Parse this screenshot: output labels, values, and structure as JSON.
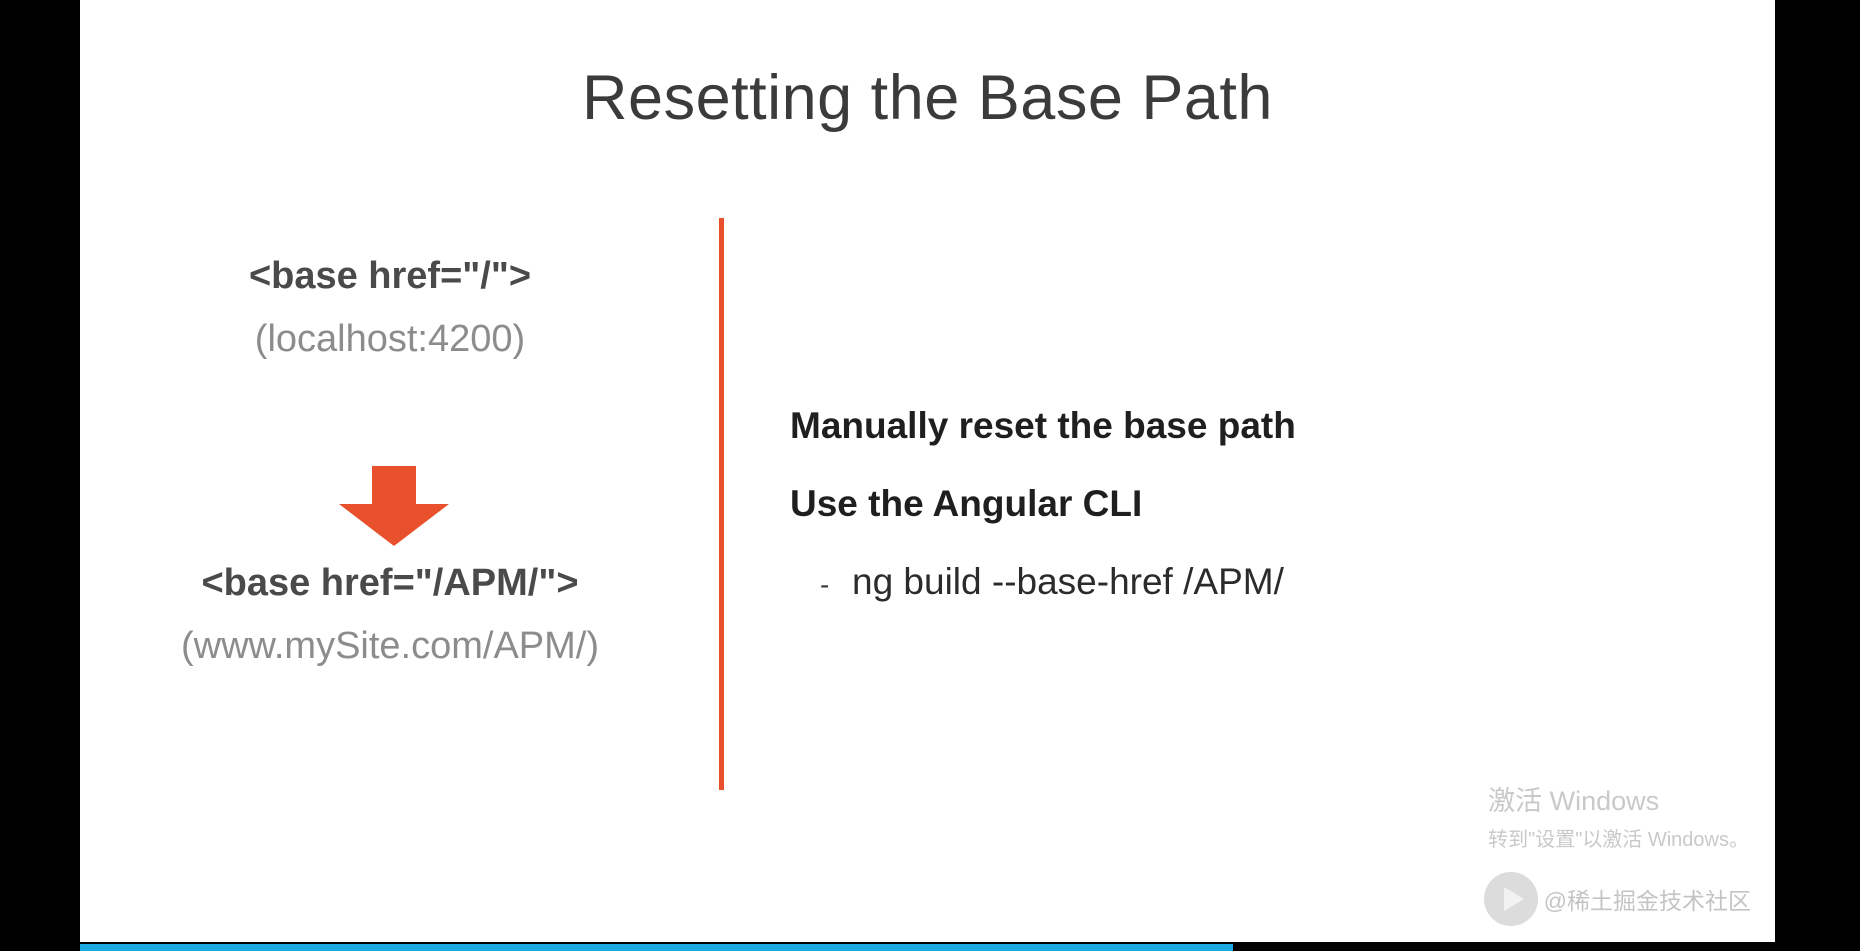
{
  "slide": {
    "title": "Resetting the Base Path",
    "left_column": {
      "top_code": "<base href=\"/\">",
      "top_url": "(localhost:4200)",
      "arrow_icon": "down-arrow-icon",
      "arrow_color": "#e8512b",
      "bottom_code": "<base href=\"/APM/\">",
      "bottom_url": "(www.mySite.com/APM/)"
    },
    "divider_color": "#e8512b",
    "right_column": {
      "bullets": [
        {
          "text": "Manually reset the base path"
        },
        {
          "text": "Use the Angular CLI"
        }
      ],
      "sub_bullets": [
        {
          "dash": "-",
          "text": "ng build --base-href /APM/"
        }
      ]
    }
  },
  "watermarks": {
    "windows": {
      "title": "激活 Windows",
      "subtitle": "转到\"设置\"以激活 Windows。"
    },
    "channel": {
      "icon": "play-circle-icon",
      "text": "@稀土掘金技术社区"
    }
  },
  "player": {
    "progress_color": "#1ba7e0",
    "progress_percent": 68
  }
}
